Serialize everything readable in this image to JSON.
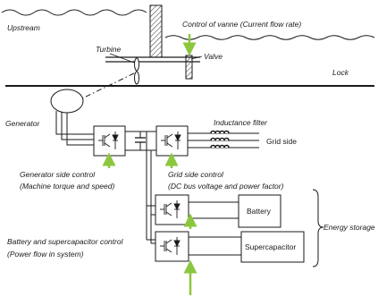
{
  "labels": {
    "upstream": "Upstream",
    "control_vanne": "Control of vanne (Current flow rate)",
    "turbine": "Turbine",
    "valve": "Valve",
    "lock": "Lock",
    "generator": "Generator",
    "inductance_filter": "Inductance filter",
    "grid_side": "Grid side",
    "generator_control_1": "Generator side control",
    "generator_control_2": "(Machine torque and speed)",
    "grid_control_1": "Grid side control",
    "grid_control_2": "(DC bus voltage and power factor)",
    "battery": "Battery",
    "supercapacitor": "Supercapacitor",
    "battery_control_1": "Battery and supercapacitor control",
    "battery_control_2": "(Power flow in system)",
    "energy_storage": "Energy storage"
  },
  "colors": {
    "line": "#1a1a1a",
    "arrow": "#8cc63f",
    "wall_hatch": "#333333"
  }
}
